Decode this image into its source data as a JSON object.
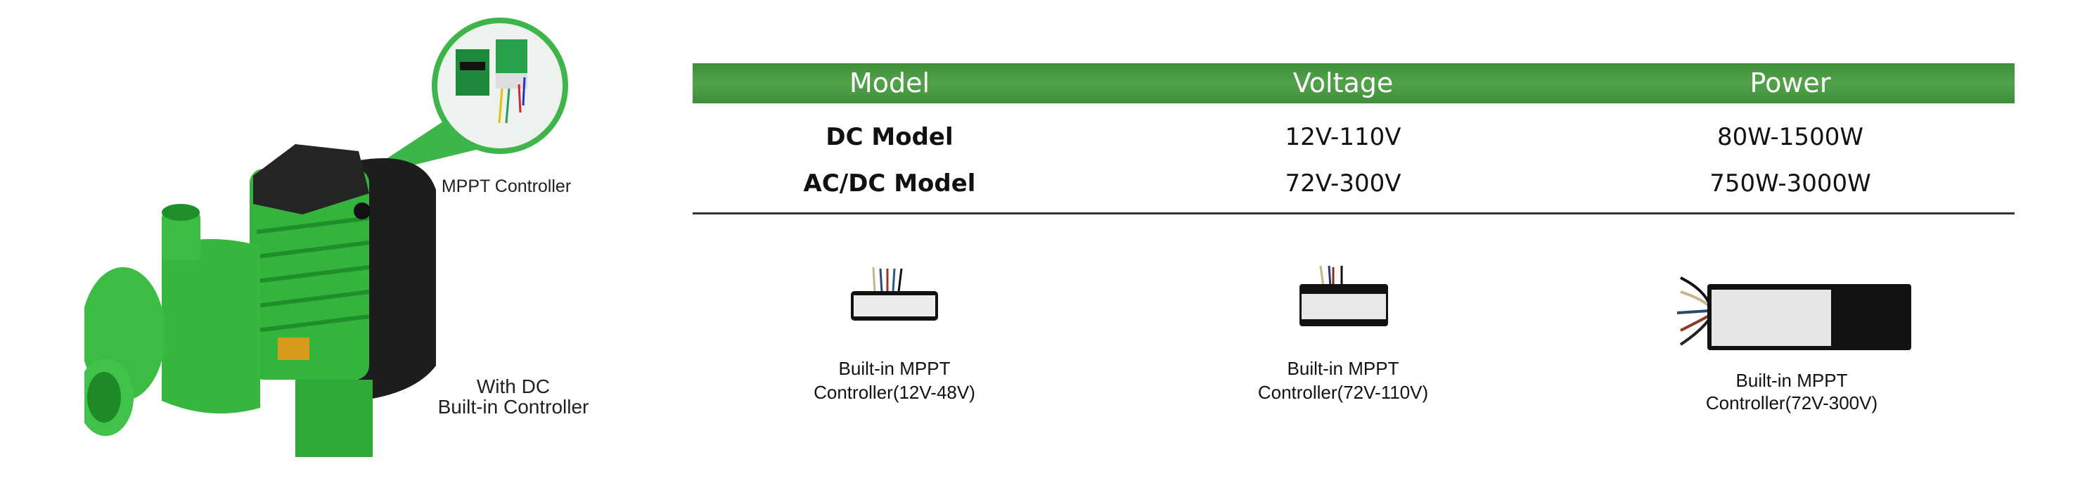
{
  "product": {
    "callout_label": "MPPT Controller",
    "pump_label_line1": "With DC",
    "pump_label_line2": "Built-in Controller"
  },
  "table": {
    "headers": [
      "Model",
      "Voltage",
      "Power"
    ],
    "rows": [
      [
        "DC Model",
        "12V-110V",
        "80W-1500W"
      ],
      [
        "AC/DC Model",
        "72V-300V",
        "750W-3000W"
      ]
    ]
  },
  "controllers": [
    {
      "line1": "Built-in MPPT",
      "line2": "Controller(12V-48V)"
    },
    {
      "line1": "Built-in MPPT",
      "line2": "Controller(72V-110V)"
    },
    {
      "line1": "Built-in MPPT",
      "line2": "Controller(72V-300V)"
    }
  ],
  "colors": {
    "header_green": "#4a9a43",
    "pump_green": "#2fb53a"
  }
}
